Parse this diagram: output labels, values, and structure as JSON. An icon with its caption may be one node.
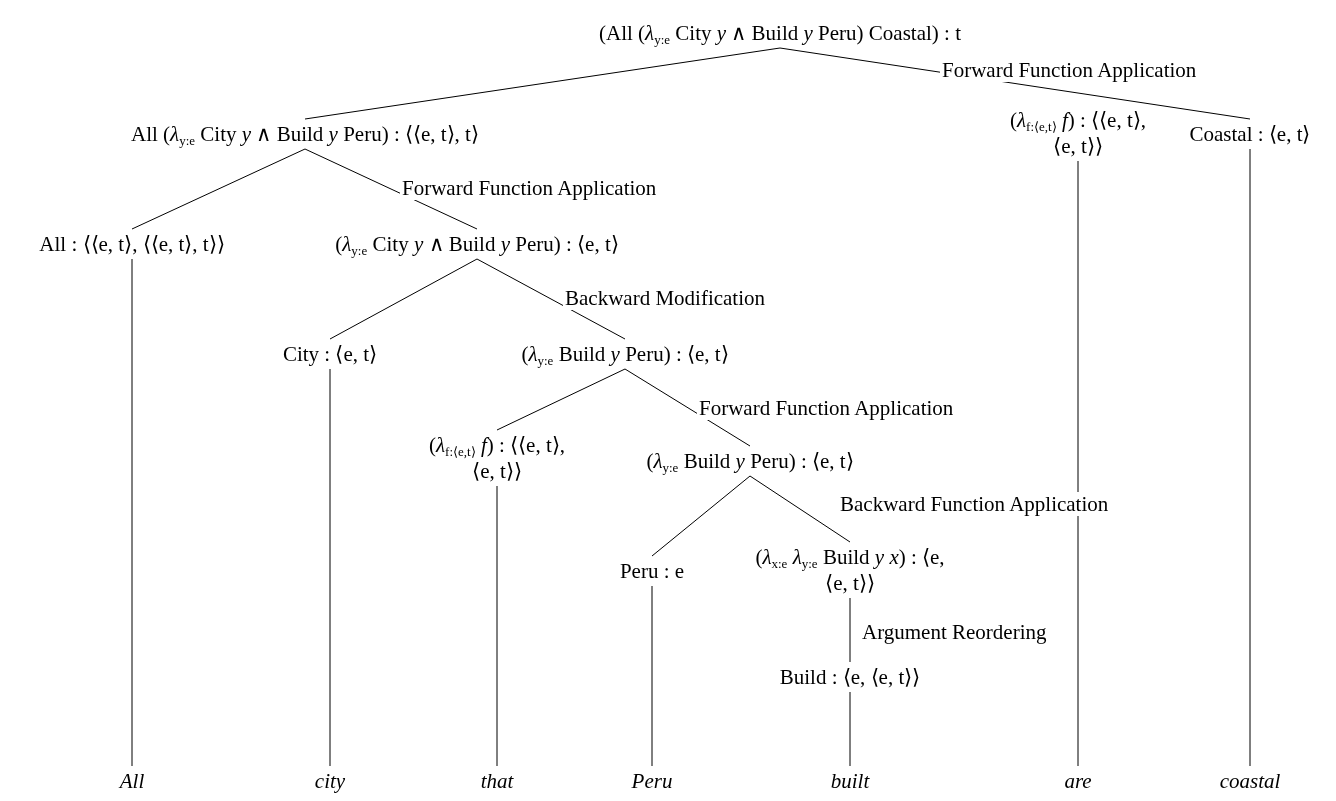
{
  "diagram": {
    "nodes": [
      {
        "text": [
          "(All (*λ*$_{y:e}$ City *y* ∧ Build *y* Peru) Coastal) : t"
        ]
      },
      {
        "text": [
          "All (*λ*$_{y:e}$ City *y* ∧ Build *y* Peru) : ⟨⟨e, t⟩, t⟩"
        ]
      },
      {
        "text": [
          "(*λ*$_{f:⟨e,t⟩}$ *f*) : ⟨⟨e, t⟩, ⟨e, t⟩⟩"
        ]
      },
      {
        "text": [
          "Coastal : ⟨e, t⟩"
        ]
      },
      {
        "text": [
          "All : ⟨⟨e, t⟩, ⟨⟨e, t⟩, t⟩⟩"
        ]
      },
      {
        "text": [
          "(*λ*$_{y:e}$ City *y* ∧ Build *y* Peru) : ⟨e, t⟩"
        ]
      },
      {
        "text": [
          "City : ⟨e, t⟩"
        ]
      },
      {
        "text": [
          "(*λ*$_{y:e}$ Build *y* Peru) : ⟨e, t⟩"
        ]
      },
      {
        "text": [
          "(*λ*$_{f:⟨e,t⟩}$ *f*) : ⟨⟨e, t⟩, ⟨e, t⟩⟩"
        ]
      },
      {
        "text": [
          "(*λ*$_{y:e}$ Build *y* Peru) : ⟨e, t⟩"
        ]
      },
      {
        "text": [
          "Peru : e"
        ]
      },
      {
        "text": [
          "(*λ*$_{x:e}$ *λ*$_{y:e}$ Build *y* *x*) : ⟨e, ⟨e, t⟩⟩"
        ]
      },
      {
        "text": [
          "Build : ⟨e, ⟨e, t⟩⟩"
        ]
      },
      {
        "text": [
          "All"
        ]
      },
      {
        "text": [
          "city"
        ]
      },
      {
        "text": [
          "that"
        ]
      },
      {
        "text": [
          "Peru"
        ]
      },
      {
        "text": [
          "built"
        ]
      },
      {
        "text": [
          "are"
        ]
      },
      {
        "text": [
          "coastal"
        ]
      }
    ],
    "edges": [
      {
        "from": 0,
        "to": 1,
        "arrow": "none"
      },
      {
        "from": 0,
        "to": 3,
        "arrow": "none",
        "label": "Forward Function Application"
      },
      {
        "from": 1,
        "to": 4,
        "arrow": "none"
      },
      {
        "from": 1,
        "to": 5,
        "arrow": "none",
        "label": "Forward Function Application"
      },
      {
        "from": 5,
        "to": 6,
        "arrow": "none"
      },
      {
        "from": 5,
        "to": 7,
        "arrow": "none",
        "label": "Backward Modification"
      },
      {
        "from": 7,
        "to": 8,
        "arrow": "none"
      },
      {
        "from": 7,
        "to": 9,
        "arrow": "none",
        "label": "Forward Function Application"
      },
      {
        "from": 9,
        "to": 10,
        "arrow": "none"
      },
      {
        "from": 9,
        "to": 11,
        "arrow": "none",
        "label": "Backward Function Application"
      },
      {
        "from": 11,
        "to": 12,
        "arrow": "none",
        "label": "Argument Reordering"
      },
      {
        "from": 4,
        "to": 13,
        "arrow": "none"
      },
      {
        "from": 6,
        "to": 14,
        "arrow": "none"
      },
      {
        "from": 8,
        "to": 15,
        "arrow": "none"
      },
      {
        "from": 10,
        "to": 16,
        "arrow": "none"
      },
      {
        "from": 12,
        "to": 17,
        "arrow": "none"
      },
      {
        "from": 2,
        "to": 18,
        "arrow": "none"
      },
      {
        "from": 3,
        "to": 19,
        "arrow": "none"
      }
    ]
  }
}
